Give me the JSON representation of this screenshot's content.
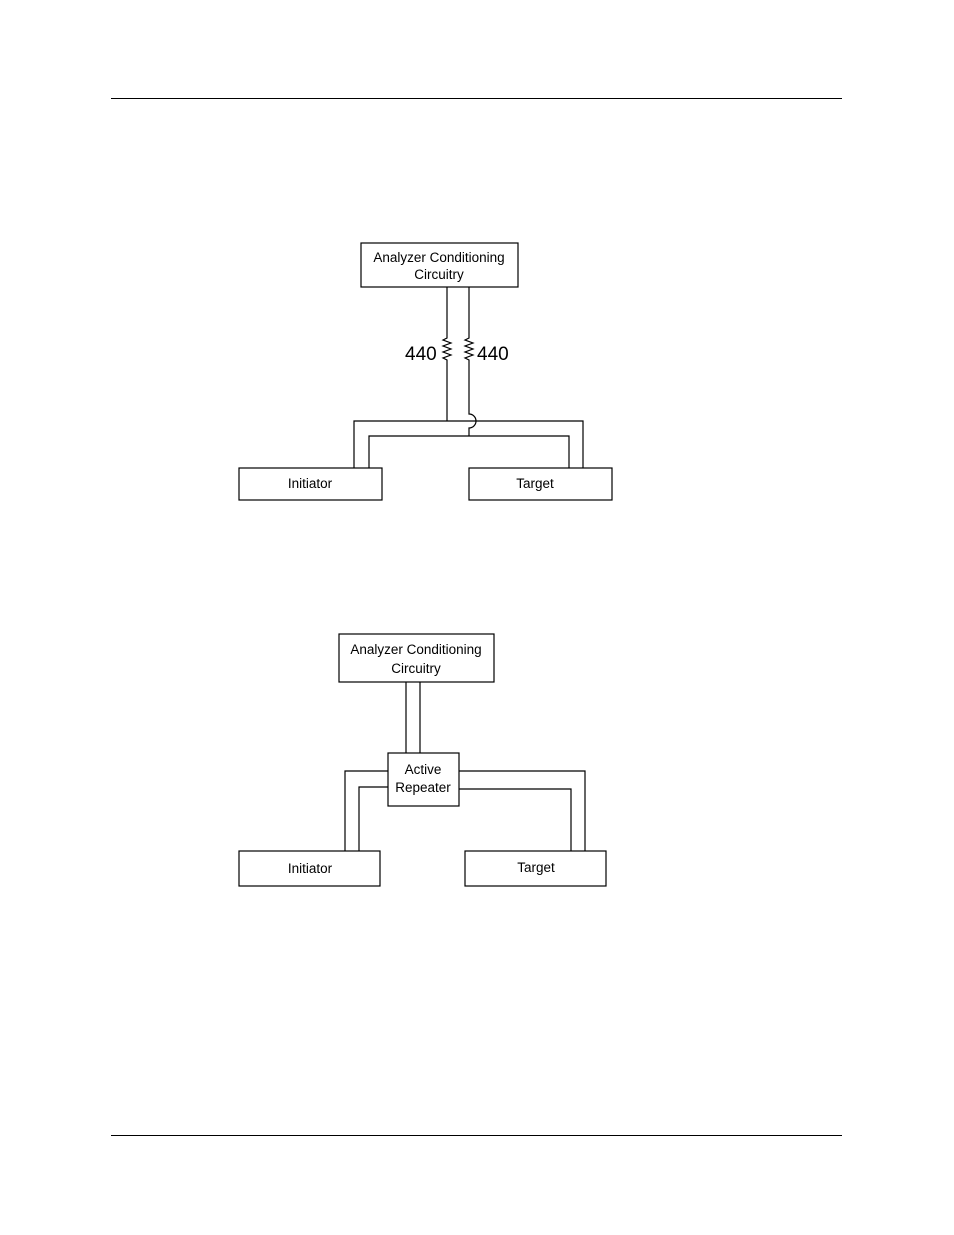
{
  "diagram1": {
    "analyzer_line1": "Analyzer Conditioning",
    "analyzer_line2": "Circuitry",
    "resistor_left": "440",
    "resistor_right": "440",
    "initiator": "Initiator",
    "target": "Target"
  },
  "diagram2": {
    "analyzer_line1": "Analyzer Conditioning",
    "analyzer_line2": "Circuitry",
    "repeater_line1": "Active",
    "repeater_line2": "Repeater",
    "initiator": "Initiator",
    "target": "Target"
  }
}
